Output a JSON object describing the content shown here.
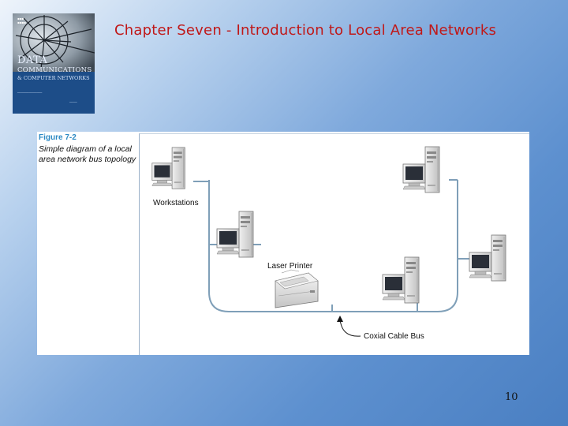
{
  "slide": {
    "title": "Chapter Seven - Introduction to Local Area Networks",
    "page_number": "10"
  },
  "book_cover": {
    "title_line1": "DATA",
    "title_line2": "COMMUNICATIONS",
    "title_line3": "& COMPUTER NETWORKS"
  },
  "figure": {
    "number": "Figure 7-2",
    "caption": "Simple diagram of a local area network bus topology",
    "labels": {
      "workstations": "Workstations",
      "laser_printer": "Laser Printer",
      "cable_bus": "Coxial Cable Bus"
    },
    "colors": {
      "bus_line": "#7f9fb8",
      "computer_body": "#d9d9d9",
      "screen": "#2a2f38"
    }
  }
}
